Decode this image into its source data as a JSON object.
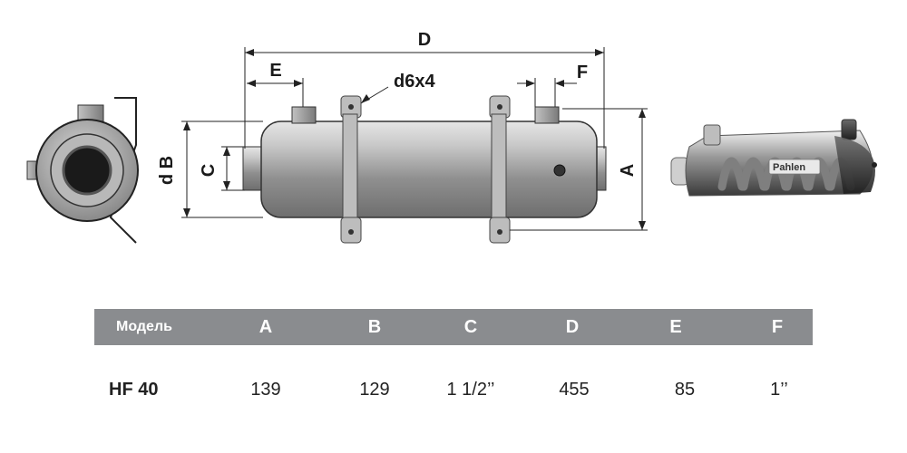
{
  "drawing": {
    "dimensions": {
      "A": "A",
      "dB": "d B",
      "C": "C",
      "D": "D",
      "E": "E",
      "F": "F",
      "bolt": "d6x4"
    },
    "logo_text": "Pahlen"
  },
  "table": {
    "headers": [
      "Модель",
      "A",
      "B",
      "C",
      "D",
      "E",
      "F"
    ],
    "rows": [
      [
        "HF 40",
        "139",
        "129",
        "1 1/2’’",
        "455",
        "85",
        "1’’"
      ]
    ]
  }
}
